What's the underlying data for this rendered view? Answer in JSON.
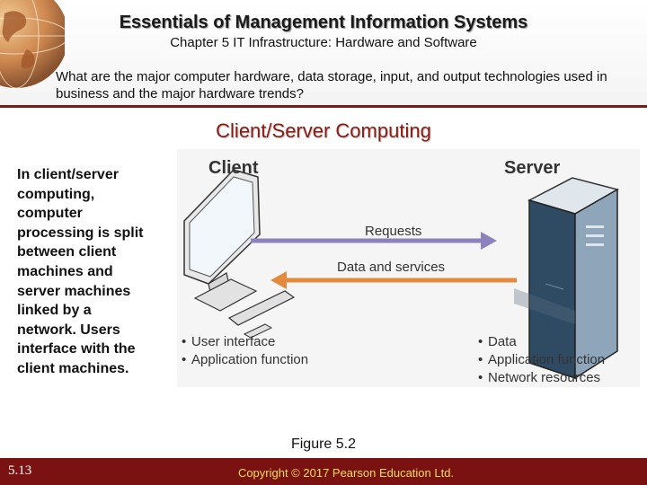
{
  "header": {
    "title": "Essentials of Management Information Systems",
    "subtitle": "Chapter 5 IT Infrastructure: Hardware and Software",
    "question": "What are the major computer hardware, data storage, input, and output technologies used in business and the major hardware trends?"
  },
  "section_title": "Client/Server Computing",
  "body_text": "In client/server computing, computer processing is split between client machines and server machines linked by a network. Users interface with the client machines.",
  "figure": {
    "client_label": "Client",
    "server_label": "Server",
    "requests_label": "Requests",
    "data_services_label": "Data and services",
    "client_bullets": [
      "User interface",
      "Application function"
    ],
    "server_bullets": [
      "Data",
      "Application function",
      "Network resources"
    ],
    "colors": {
      "requests_arrow": "#8d82bd",
      "data_arrow": "#e38a3c"
    }
  },
  "caption": "Figure 5.2",
  "footer": {
    "page_number": "5.13",
    "copyright": "Copyright © 2017 Pearson Education Ltd."
  }
}
